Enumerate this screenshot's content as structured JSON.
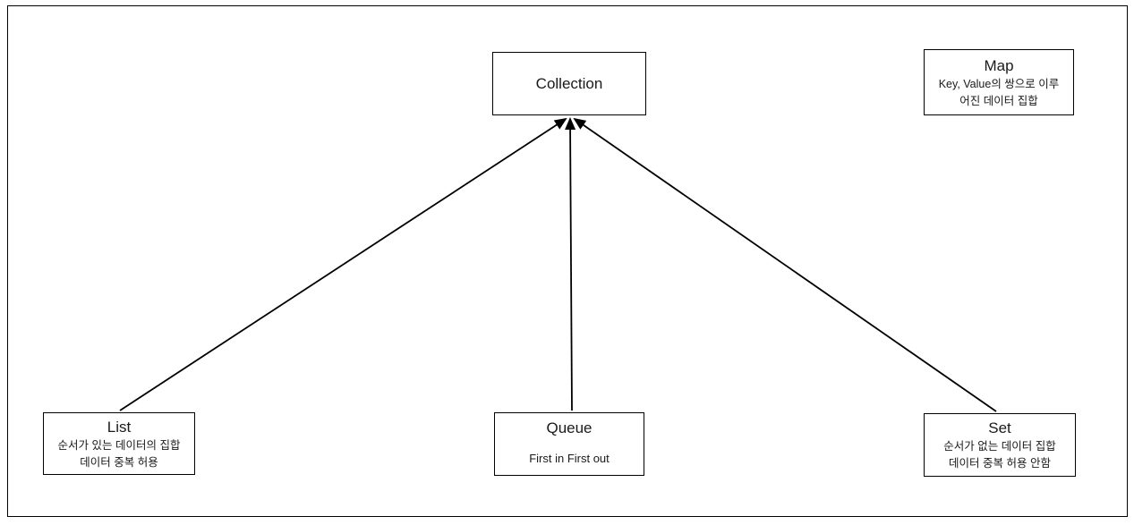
{
  "colors": {
    "stroke": "#000000",
    "box_fill": "#ffffff",
    "text": "#1a1a1a",
    "background": "#ffffff"
  },
  "nodes": {
    "collection": {
      "title": "Collection"
    },
    "map": {
      "title": "Map",
      "line1": "Key, Value의 쌍으로 이루",
      "line2": "어진 데이터 집합"
    },
    "list": {
      "title": "List",
      "line1": "순서가 있는 데이터의 집합",
      "line2": "데이터 중복 허용"
    },
    "queue": {
      "title": "Queue",
      "line1": "First in First out"
    },
    "set": {
      "title": "Set",
      "line1": "순서가 없는 데이터 집합",
      "line2": "데이터 중복 허용 안함"
    }
  },
  "edges": [
    {
      "from": "list",
      "to": "collection"
    },
    {
      "from": "queue",
      "to": "collection"
    },
    {
      "from": "set",
      "to": "collection"
    }
  ]
}
